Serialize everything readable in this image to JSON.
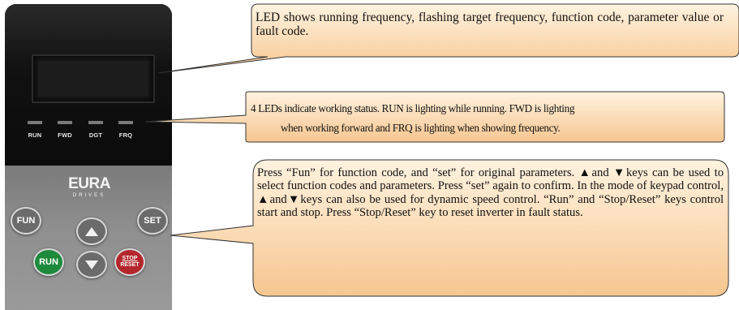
{
  "keypad": {
    "leds": [
      "RUN",
      "FWD",
      "DGT",
      "FRQ"
    ],
    "logo_brand": "EURA",
    "logo_sub": "DRIVES",
    "keys": {
      "fun": "FUN",
      "set": "SET",
      "run": "RUN",
      "stop_top": "STOP",
      "stop_bottom": "RESET",
      "up": "up-arrow-icon",
      "down": "down-arrow-icon"
    }
  },
  "callouts": {
    "display": "LED shows running frequency, flashing target frequency, function code, parameter value or fault code.",
    "leds_line1": "4 LEDs indicate working status. RUN is lighting while running. FWD is lighting",
    "leds_line2": "when working forward and FRQ is lighting when showing frequency.",
    "keys": "Press “Fun” for function code, and “set” for original parameters. ▲and ▼keys can be used to select function codes and parameters. Press “set” again to confirm. In the mode of keypad control, ▲and▼keys can also be used for dynamic speed control. “Run” and “Stop/Reset” keys control start and stop. Press “Stop/Reset” key to reset inverter in fault status."
  },
  "colors": {
    "callout_fill": "#fbdcb6",
    "callout_border": "#333333",
    "run_key": "#1e8a3c",
    "stop_key": "#b3262b"
  }
}
